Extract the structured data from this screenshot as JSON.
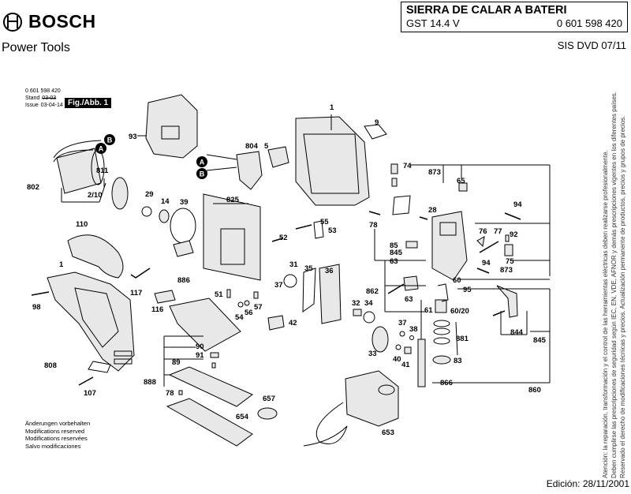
{
  "header": {
    "brand": "BOSCH",
    "division": "Power Tools",
    "title": "SIERRA DE CALAR A BATERI",
    "model": "GST 14.4 V",
    "part_number": "0 601 598 420",
    "sis_code": "SIS DVD 07/11"
  },
  "meta": {
    "part_number": "0 601 598 420",
    "stand_label": "Stand",
    "stand_value": "03-03",
    "issue_label": "Issue",
    "issue_value": "03-04-14",
    "figure_label": "Fig./Abb. 1"
  },
  "footer": {
    "modifications": [
      "Änderungen vorbehalten",
      "Modifications reserved",
      "Modifications reservées",
      "Salvo modificaciones"
    ],
    "edition": "Edición: 28/11/2001",
    "vertical_notes": [
      "Atención: la reparación, transformación y el control de las herramientas eléctricas deben realizarse profesionalmente.",
      "Deben cumplirse las prescripciones de seguridad según IEC, EN, VDE, AFNOR y demás prescripciones vigentes en los diferentes países.",
      "Reservado el derecho de modificaciones técnicas y precios. Actualización permanente de productos, precios y grupos de precios."
    ]
  },
  "connectors": [
    "A",
    "B"
  ],
  "part_labels": {
    "p93": "93",
    "p802": "802",
    "p2_10": "2/10",
    "p811": "811",
    "p29": "29",
    "p14": "14",
    "p39": "39",
    "p804": "804",
    "p5": "5",
    "p1a": "1",
    "p9": "9",
    "p825": "825",
    "p55": "55",
    "p53": "53",
    "p52": "52",
    "p110": "110",
    "p1b": "1",
    "p98": "98",
    "p117": "117",
    "p886": "886",
    "p116": "116",
    "p51": "51",
    "p54": "54",
    "p56": "56",
    "p57": "57",
    "p42": "42",
    "p37a": "37",
    "p31": "31",
    "p35": "35",
    "p36": "36",
    "p74": "74",
    "p873a": "873",
    "p28": "28",
    "p65": "65",
    "p78a": "78",
    "p85": "85",
    "p845a": "845",
    "p63": "63",
    "p94a": "94",
    "p76": "76",
    "p77": "77",
    "p92": "92",
    "p94b": "94",
    "p75": "75",
    "p873b": "873",
    "p862": "862",
    "p60": "60",
    "p95": "95",
    "p61": "61",
    "p60_20": "60/20",
    "p32": "32",
    "p34": "34",
    "p37b": "37",
    "p38": "38",
    "p881": "881",
    "p33": "33",
    "p40": "40",
    "p41": "41",
    "p83": "83",
    "p844": "844",
    "p845b": "845",
    "p866": "866",
    "p860": "860",
    "p808": "808",
    "p107": "107",
    "p90": "90",
    "p91": "91",
    "p89": "89",
    "p888": "888",
    "p78b": "78",
    "p657": "657",
    "p654": "654",
    "p653": "653"
  }
}
